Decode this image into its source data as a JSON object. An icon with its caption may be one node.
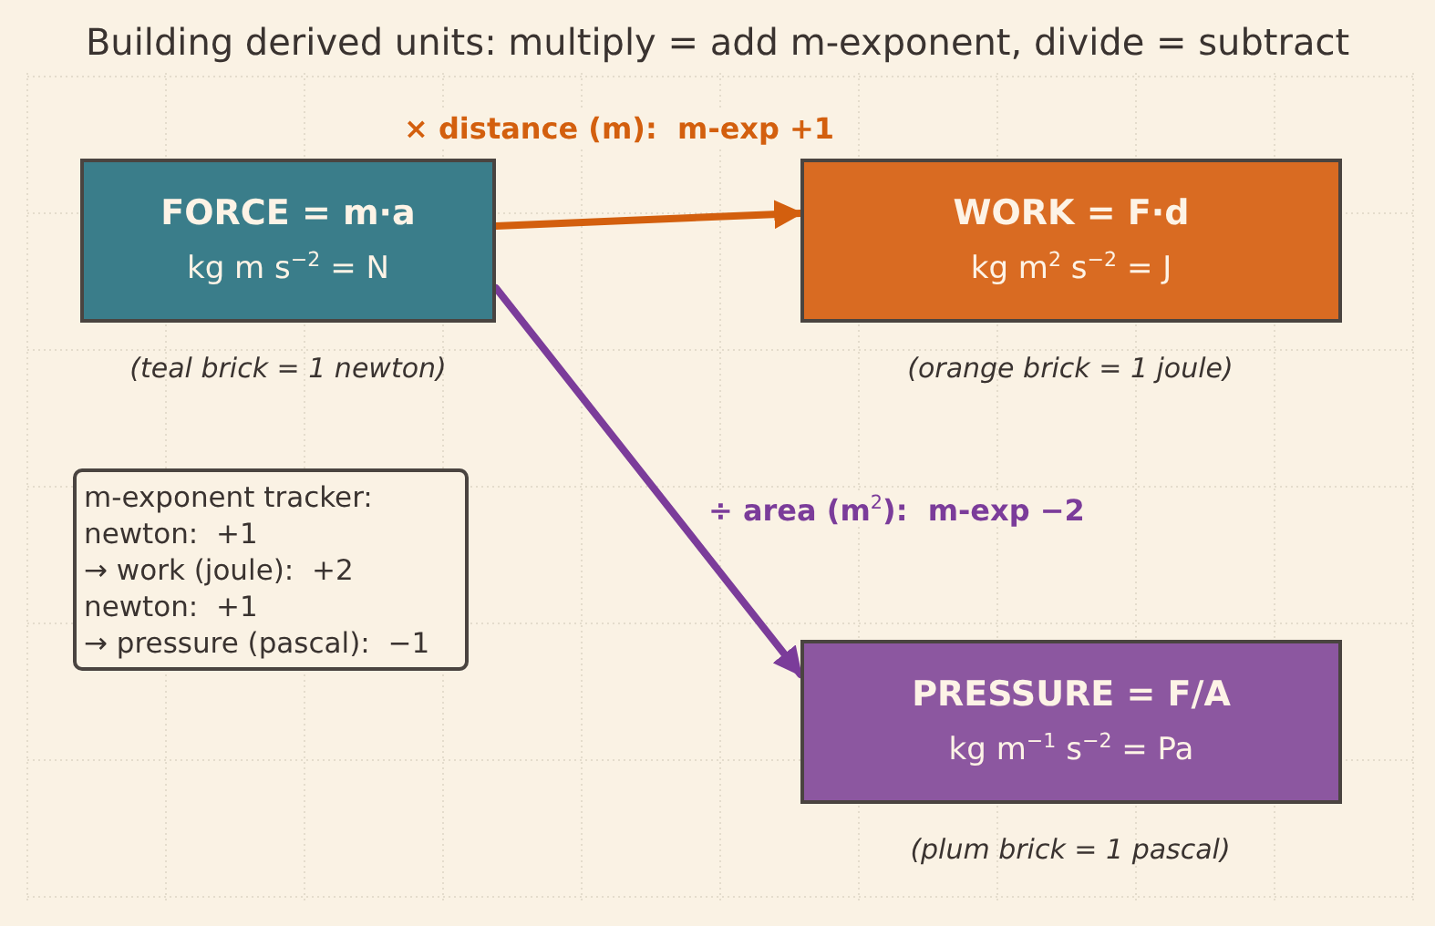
{
  "diagram": {
    "title": "Building derived units: multiply = add m-exponent, divide = subtract",
    "nodes": [
      {
        "text": [
          "FORCE = m·a",
          "kg m s$^{−2}$ = N"
        ],
        "beside": [
          "(teal brick = 1 newton)"
        ]
      },
      {
        "text": [
          "WORK = F·d",
          "kg m$^{2}$ s$^{−2}$ = J"
        ],
        "beside": [
          "(orange brick = 1 joule)"
        ]
      },
      {
        "text": [
          "PRESSURE = F/A",
          "kg m$^{−1}$ s$^{−2}$ = Pa"
        ],
        "beside": [
          "(plum brick = 1 pascal)"
        ]
      },
      {
        "text": [
          "m-exponent tracker:",
          "newton:  +1",
          "→ work (joule):  +2",
          "newton:  +1",
          "→ pressure (pascal):  −1"
        ]
      }
    ],
    "edges": [
      {
        "from": 0,
        "to": 1,
        "arrow": "to",
        "label": "× distance (m):  m-exp +1",
        "color": "#d35f0e"
      },
      {
        "from": 0,
        "to": 2,
        "arrow": "to",
        "label": "÷ area (m$^{2}$):  m-exp −2",
        "color": "#7b3c9a"
      }
    ]
  }
}
